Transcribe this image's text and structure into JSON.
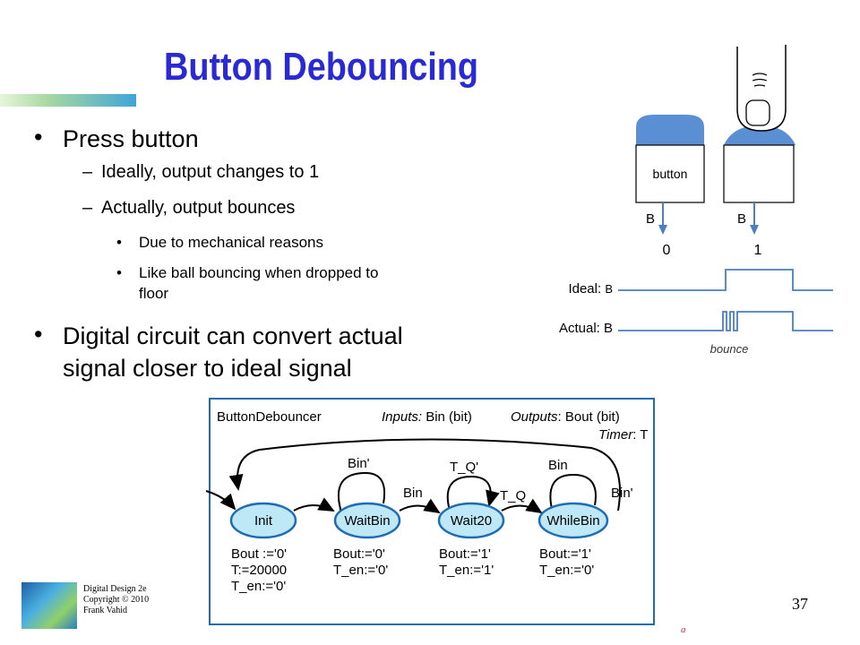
{
  "slide": {
    "title": "Button Debouncing",
    "page_number": "37",
    "footer": [
      "Digital Design 2e",
      "Copyright © 2010",
      "Frank Vahid"
    ],
    "corner_mark": "a"
  },
  "bullets": {
    "b1": "Press button",
    "b1_sub1": "Ideally, output changes to 1",
    "b1_sub2": "Actually, output bounces",
    "b1_sub2_item1": "Due to mechanical reasons",
    "b1_sub2_item2_line1": "Like ball bouncing when dropped to",
    "b1_sub2_item2_line2": "floor",
    "b2_line1": "Digital circuit can convert actual",
    "b2_line2": "signal closer to ideal signal",
    "bullet_char": "•",
    "dash_char": "–"
  },
  "button_figure": {
    "button_label": "B",
    "body_label": "button",
    "value_unpressed": "0",
    "value_pressed": "1",
    "ideal_label": "Ideal: ",
    "ideal_signal": "B",
    "actual_label": "Actual: B",
    "bounce_label": "bounce",
    "colors": {
      "button_cap": "#5b8fd4",
      "signal": "#4a7fc0"
    }
  },
  "fsm": {
    "header_name": "ButtonDebouncer",
    "header_inputs_label": "Inputs:",
    "header_inputs_value": " Bin (bit)",
    "header_outputs_label": "Outputs",
    "header_outputs_value": ": Bout (bit)",
    "header_timer_label": "Timer",
    "header_timer_value": ": T",
    "states": [
      {
        "name": "Init",
        "actions": [
          "Bout :='0'",
          "T:=20000",
          "T_en:='0'"
        ]
      },
      {
        "name": "WaitBin",
        "actions": [
          "Bout:='0'",
          "T_en:='0'"
        ]
      },
      {
        "name": "Wait20",
        "actions": [
          "Bout:='1'",
          "T_en:='1'"
        ]
      },
      {
        "name": "WhileBin",
        "actions": [
          "Bout:='1'",
          "T_en:='0'"
        ]
      }
    ],
    "transitions": {
      "waitbin_self": "Bin'",
      "waitbin_to_wait20": "Bin",
      "wait20_self": "T_Q'",
      "wait20_to_whilebin": "T_Q",
      "whilebin_self": "Bin",
      "whilebin_to_init": "Bin'"
    },
    "colors": {
      "state_fill": "#bfe8f7",
      "state_stroke": "#1e6db4",
      "frame": "#1e6db4"
    }
  }
}
